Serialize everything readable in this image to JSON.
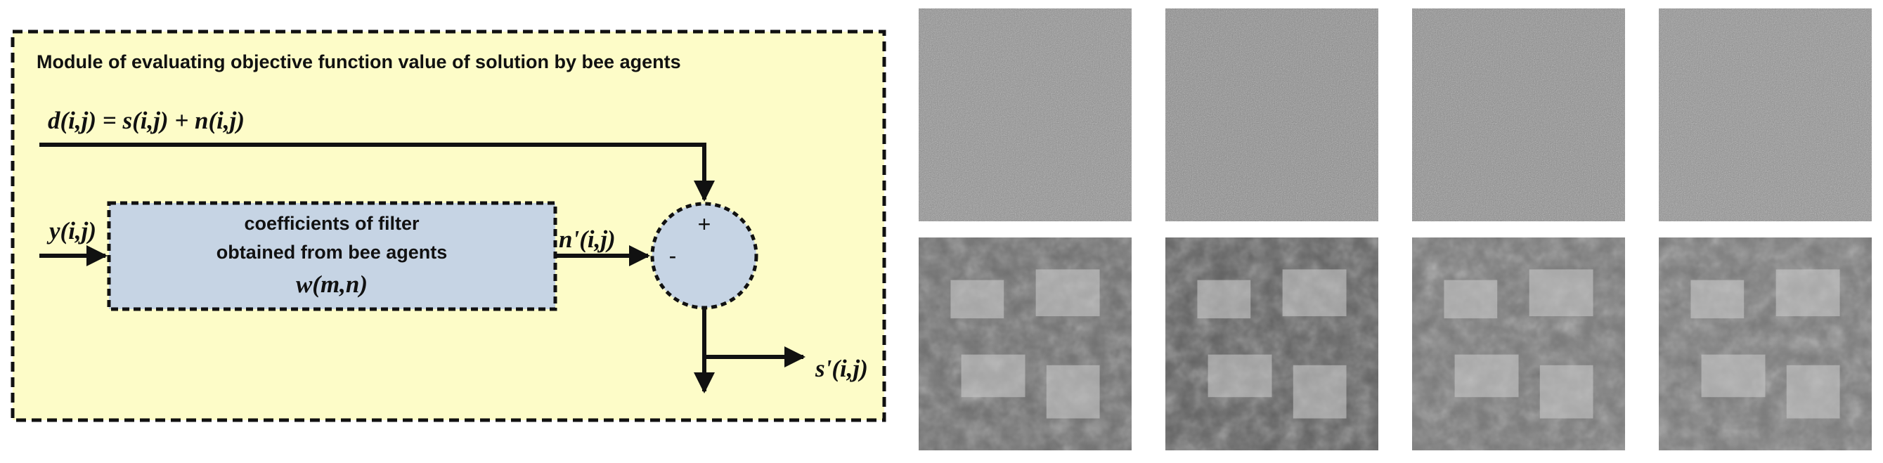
{
  "colors": {
    "module_fill": "#fdfcc8",
    "filter_fill": "#c6d4e4",
    "junction_fill": "#c6d4e4",
    "stroke": "#111111"
  },
  "diagram": {
    "module_title": "Module of evaluating objective function value of solution by bee agents",
    "eq_d": "d(i,j) = s(i,j) + n(i,j)",
    "label_y": "y(i,j)",
    "filter": {
      "line1": "coefficients of filter",
      "line2": "obtained from bee agents",
      "line3": "w(m,n)"
    },
    "label_nprime": "n'(i,j)",
    "sign_plus": "+",
    "sign_minus": "-",
    "label_sprime": "s'(i,j)"
  },
  "images": {
    "noisy": [
      {
        "tone": "#8f8f8f"
      },
      {
        "tone": "#8a8a8a"
      },
      {
        "tone": "#8c8c8c"
      },
      {
        "tone": "#909090"
      }
    ],
    "clean": [
      {
        "tone": "#6e6e6e"
      },
      {
        "tone": "#5f5f5f"
      },
      {
        "tone": "#777777"
      },
      {
        "tone": "#7a7a7a"
      }
    ]
  }
}
